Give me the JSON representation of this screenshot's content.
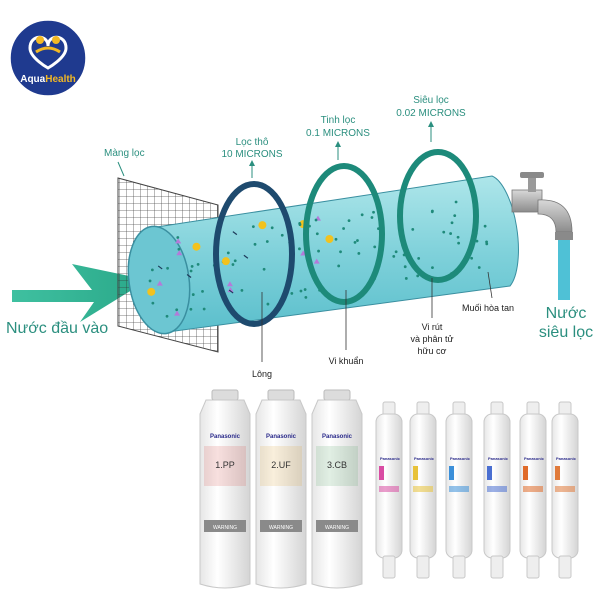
{
  "brand": {
    "name": "AquaHealth",
    "name_part1": "Aqua",
    "name_part2": "Health",
    "logo_icon": "family-heart-icon",
    "bg_color": "#1f3a8f",
    "accent_color": "#f2b824"
  },
  "diagram": {
    "mesh_label": "Màng lọc",
    "stage1": {
      "name": "Lọc thô",
      "size": "10 MICRONS"
    },
    "stage2": {
      "name": "Tinh lọc",
      "size": "0.1 MICRONS"
    },
    "stage3": {
      "name": "Siêu lọc",
      "size": "0.02 MICRONS"
    },
    "input_label": "Nước đầu vào",
    "output_label_line1": "Nước",
    "output_label_line2": "siêu lọc",
    "hair_label": "Lông",
    "bacteria_label": "Vi khuẩn",
    "virus_label_line1": "Vi rút",
    "virus_label_line2": "và phân tử",
    "virus_label_line3": "hữu cơ",
    "salt_label": "Muối hòa tan",
    "ring_color": "#1d8a7a",
    "ring_dark_color": "#1e4a6e",
    "tube_color": "#7fd1da",
    "tap_icon": "faucet-icon"
  },
  "products": {
    "brand_label": "Panasonic",
    "large": [
      {
        "code": "1.PP",
        "accent": "#d9534f"
      },
      {
        "code": "2.UF",
        "accent": "#e0a43c"
      },
      {
        "code": "3.CB",
        "accent": "#5aa86b"
      }
    ],
    "warning_label": "WARNING",
    "small_colors": [
      "#d94ca3",
      "#e8c23a",
      "#3b8fd9",
      "#4a6fd1",
      "#e06b2a",
      "#e07a3a"
    ]
  }
}
